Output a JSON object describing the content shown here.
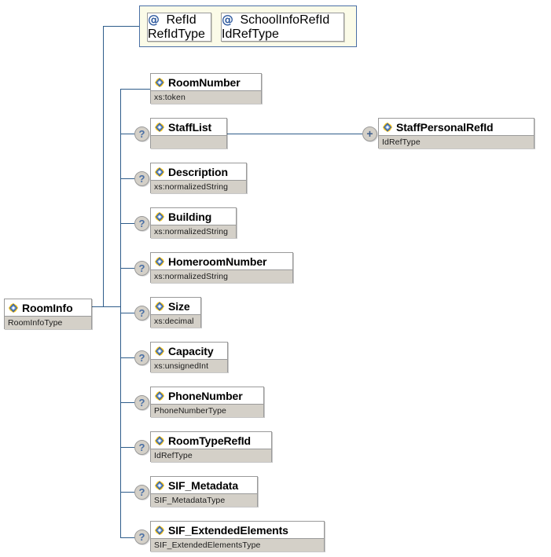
{
  "diagram": {
    "title": "RoomInfo XSD element structure diagram",
    "kind": "xml-schema-tree",
    "colors": {
      "line": "#2e5c8a",
      "type_bar": "#d4d0c8",
      "attr_container_fill": "#fbfbe8",
      "attr_container_border": "#4a6fa5",
      "node_border": "#9a9a9a",
      "marker_fill": "#d4d0c8",
      "icon_blue": "#2f5a9e",
      "icon_yellow": "#f5c21b"
    }
  },
  "root": {
    "name": "RoomInfo",
    "type": "RoomInfoType",
    "icon": "element-icon"
  },
  "attribute_group": {
    "icon": "attribute-icon",
    "attributes": [
      {
        "name": "RefId",
        "type": "RefIdType",
        "icon": "attribute-icon"
      },
      {
        "name": "SchoolInfoRefId",
        "type": "IdRefType",
        "icon": "attribute-icon"
      }
    ]
  },
  "children": [
    {
      "name": "RoomNumber",
      "type": "xs:token",
      "occurrence": "",
      "icon": "element-icon"
    },
    {
      "name": "StaffList",
      "type": "",
      "occurrence": "?",
      "icon": "element-icon"
    },
    {
      "name": "Description",
      "type": "xs:normalizedString",
      "occurrence": "?",
      "icon": "element-icon"
    },
    {
      "name": "Building",
      "type": "xs:normalizedString",
      "occurrence": "?",
      "icon": "element-icon"
    },
    {
      "name": "HomeroomNumber",
      "type": "xs:normalizedString",
      "occurrence": "?",
      "icon": "element-icon"
    },
    {
      "name": "Size",
      "type": "xs:decimal",
      "occurrence": "?",
      "icon": "element-icon"
    },
    {
      "name": "Capacity",
      "type": "xs:unsignedInt",
      "occurrence": "?",
      "icon": "element-icon"
    },
    {
      "name": "PhoneNumber",
      "type": "PhoneNumberType",
      "occurrence": "?",
      "icon": "element-icon"
    },
    {
      "name": "RoomTypeRefId",
      "type": "IdRefType",
      "occurrence": "?",
      "icon": "element-icon"
    },
    {
      "name": "SIF_Metadata",
      "type": "SIF_MetadataType",
      "occurrence": "?",
      "icon": "element-icon"
    },
    {
      "name": "SIF_ExtendedElements",
      "type": "SIF_ExtendedElementsType",
      "occurrence": "?",
      "icon": "element-icon"
    }
  ],
  "grandchildren": [
    {
      "parent": "StaffList",
      "name": "StaffPersonalRefId",
      "type": "IdRefType",
      "occurrence": "+",
      "icon": "element-icon"
    }
  ]
}
